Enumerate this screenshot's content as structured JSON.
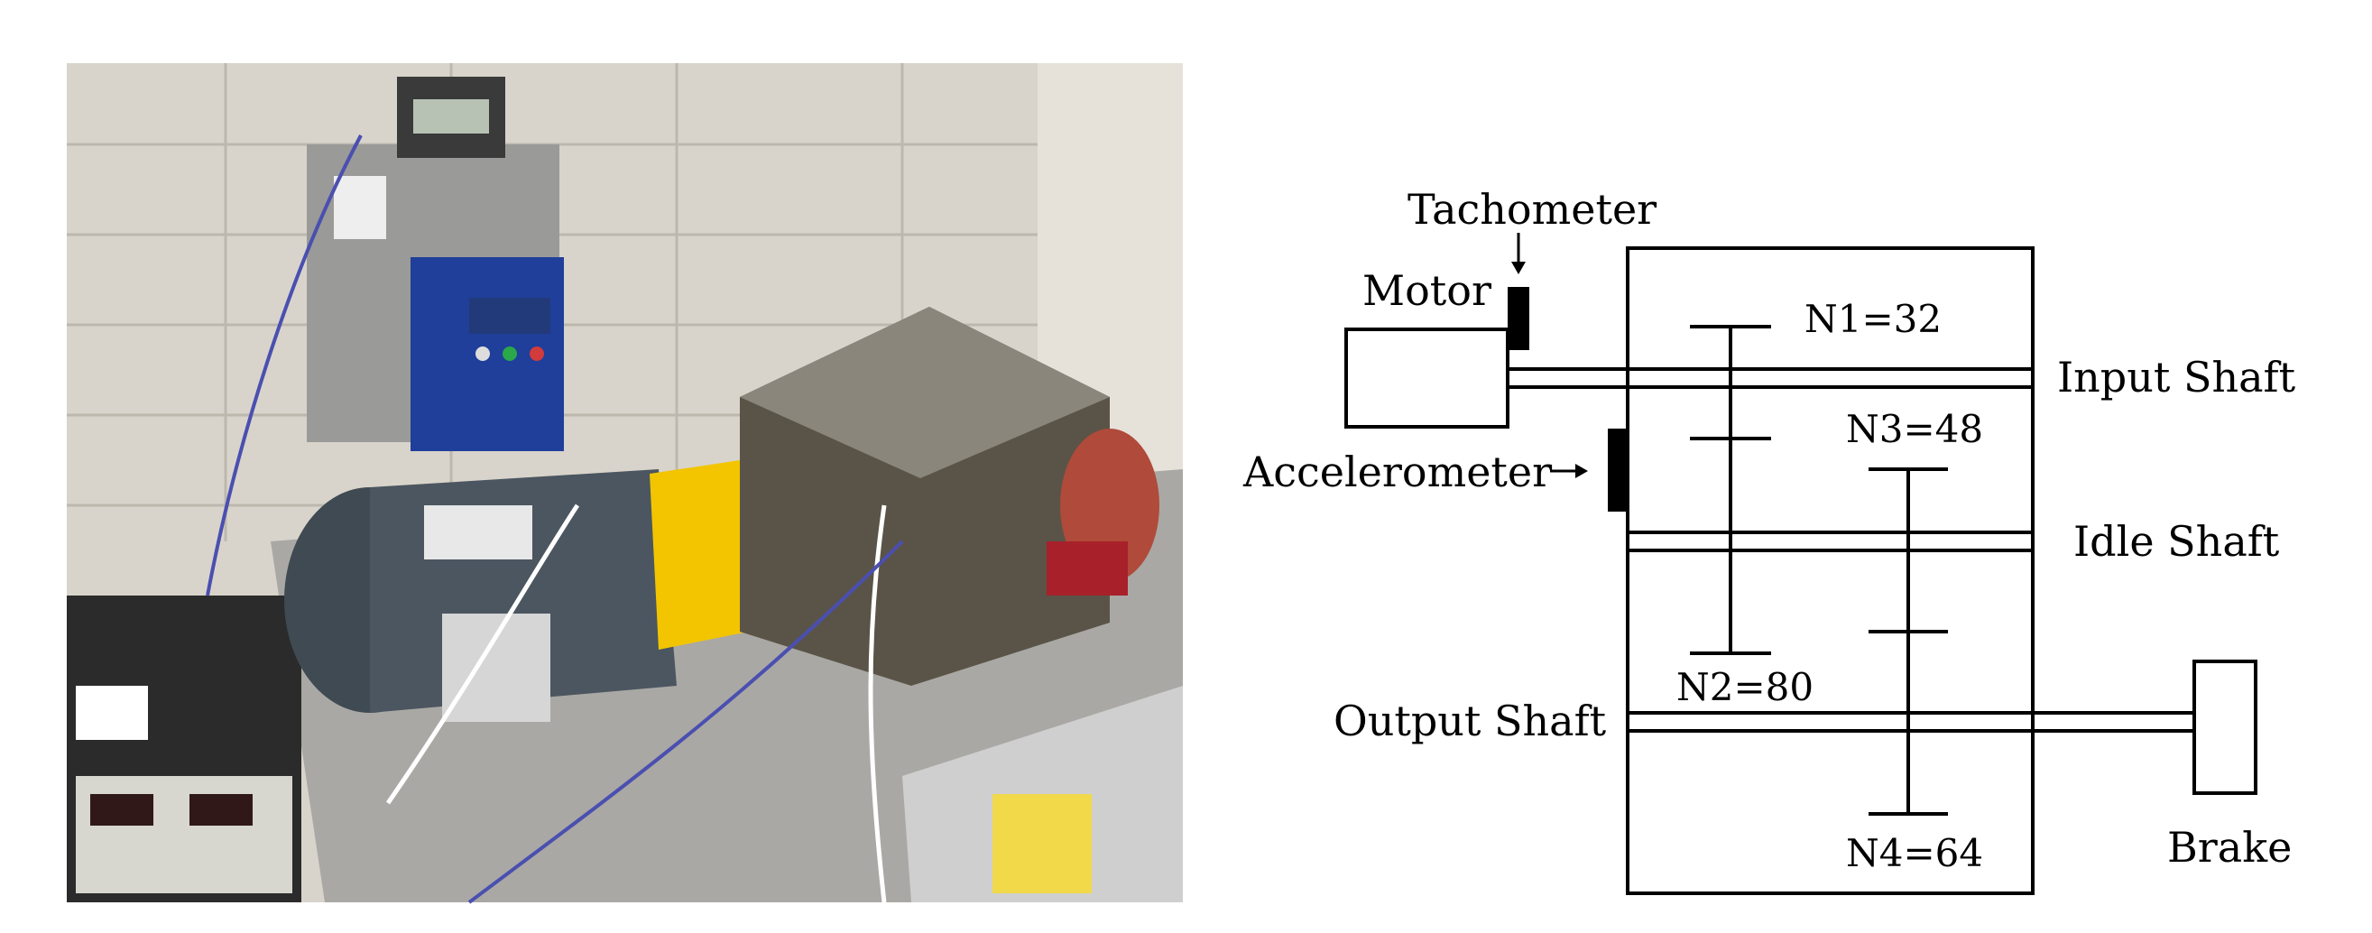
{
  "labels": {
    "tachometer": "Tachometer",
    "motor": "Motor",
    "accelerometer": "Accelerometer",
    "input_shaft": "Input Shaft",
    "idle_shaft": "Idle Shaft",
    "output_shaft": "Output Shaft",
    "brake": "Brake",
    "n1": "N1=32",
    "n2": "N2=80",
    "n3": "N3=48",
    "n4": "N4=64"
  },
  "colors": {
    "line": "#000000",
    "background": "#ffffff",
    "motor_yellow": "#f2c500",
    "drive_blue": "#1f3f9a",
    "gearbox_dark": "#5a5448",
    "brake_red": "#a8202a"
  }
}
